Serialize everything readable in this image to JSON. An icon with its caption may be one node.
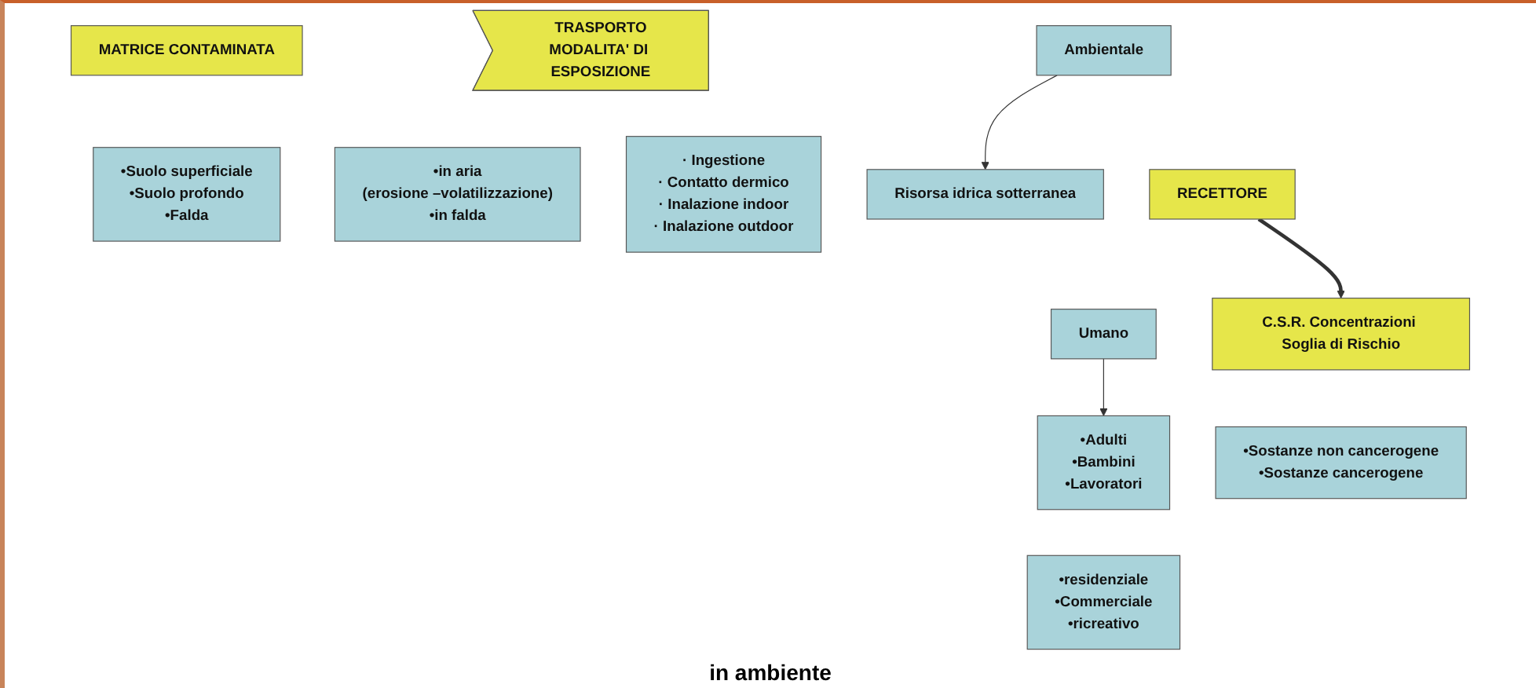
{
  "diagram": {
    "nodes": [
      {
        "text": [
          "MATRICE CONTAMINATA"
        ]
      },
      {
        "text": [
          "•Suolo superficiale",
          "•Suolo profondo",
          "•Falda"
        ]
      },
      {
        "text": [
          "TRASPORTO",
          "MODALITA' DI ESPOSIZIONE"
        ]
      },
      {
        "text": [
          "•in aria",
          "(erosione –volatilizzazione)",
          "•in falda"
        ]
      },
      {
        "text": [
          "· Ingestione",
          "· Contatto dermico",
          "· Inalazione indoor",
          "· Inalazione outdoor"
        ]
      },
      {
        "text": [
          "Risorsa idrica sotterranea"
        ]
      },
      {
        "text": [
          "Ambientale"
        ]
      },
      {
        "text": [
          "RECETTORE"
        ]
      },
      {
        "text": [
          "Umano"
        ]
      },
      {
        "text": [
          "•Adulti",
          "•Bambini",
          "•Lavoratori"
        ]
      },
      {
        "text": [
          "•residenziale",
          "•Commerciale",
          "•ricreativo"
        ]
      },
      {
        "text": [
          "C.S.R. Concentrazioni Soglia di Rischio"
        ]
      },
      {
        "text": [
          "•Sostanze non cancerogene",
          "•Sostanze cancerogene"
        ]
      }
    ],
    "edges": [
      {
        "from": 6,
        "to": 5,
        "arrow": "to"
      },
      {
        "from": 8,
        "to": 9,
        "arrow": "to"
      },
      {
        "from": 7,
        "to": 11,
        "arrow": "to",
        "style": "thick"
      }
    ],
    "labels": [
      "in ambiente"
    ]
  }
}
